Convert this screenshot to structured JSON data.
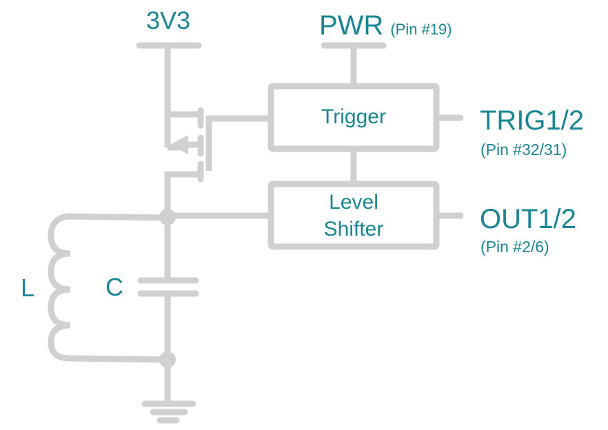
{
  "diagram": {
    "type": "circuit-schematic",
    "colors": {
      "wire": "#d0d0d0",
      "label": "#1a8593",
      "background": "#ffffff"
    },
    "rails": {
      "supply": {
        "label": "3V3"
      },
      "power": {
        "label": "PWR",
        "pin": "(Pin #19)"
      }
    },
    "blocks": {
      "trigger": {
        "label": "Trigger"
      },
      "level_shifter": {
        "line1": "Level",
        "line2": "Shifter"
      }
    },
    "outputs": {
      "trig": {
        "label": "TRIG1/2",
        "pin": "(Pin #32/31)"
      },
      "out": {
        "label": "OUT1/2",
        "pin": "(Pin #2/6)"
      }
    },
    "components": {
      "inductor": {
        "label": "L"
      },
      "capacitor": {
        "label": "C"
      },
      "transistor": {
        "kind": "p-channel-mosfet"
      },
      "ground": {
        "kind": "ground"
      }
    }
  }
}
